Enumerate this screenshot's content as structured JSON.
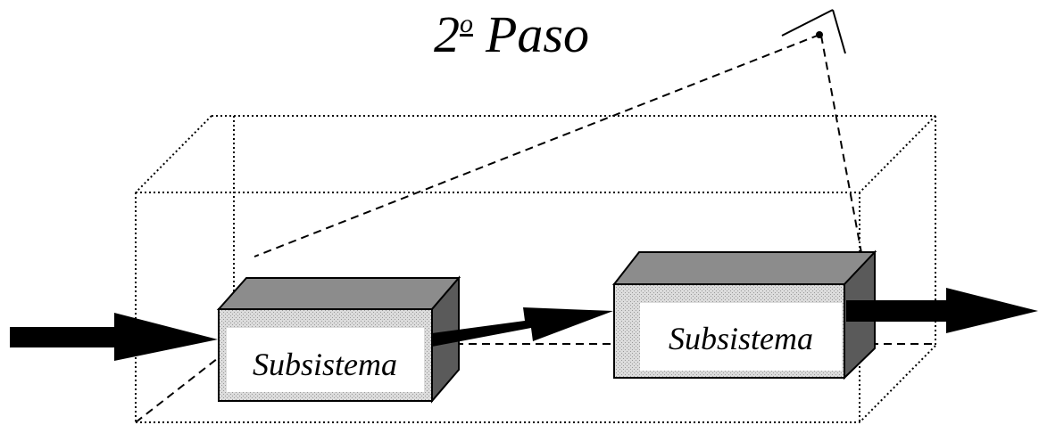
{
  "title": {
    "number": "2",
    "ordinal": "o",
    "word": "Paso"
  },
  "subsystems": [
    {
      "label": "Subsistema"
    },
    {
      "label": "Subsistema"
    }
  ],
  "colors": {
    "ink": "#000000",
    "box_top": "#8c8c8c",
    "box_side": "#5a5a5a",
    "box_front_pattern": "#cfcfcf",
    "label_background": "#ffffff"
  },
  "icons": {
    "observer": "eye-icon"
  }
}
